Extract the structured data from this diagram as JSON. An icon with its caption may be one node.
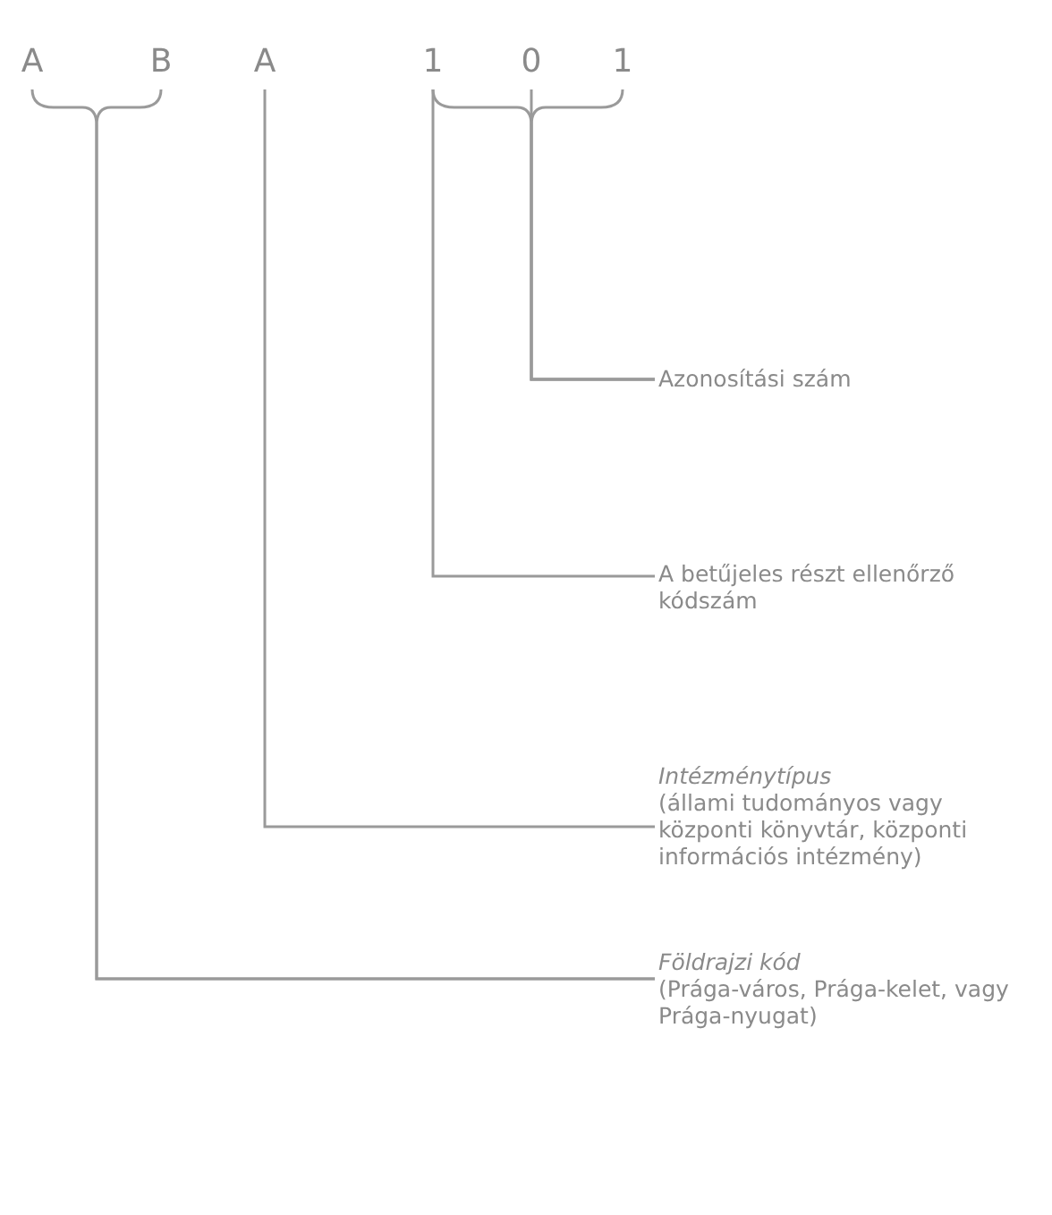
{
  "diagram": {
    "nodes": [
      {
        "text": [
          "A"
        ]
      },
      {
        "text": [
          "B"
        ]
      },
      {
        "text": [
          "A"
        ]
      },
      {
        "text": [
          "1"
        ]
      },
      {
        "text": [
          "0"
        ]
      },
      {
        "text": [
          "1"
        ]
      },
      {
        "text": [
          "Azonosítási szám"
        ]
      },
      {
        "text": [
          "A betűjeles részt ellenőrző kódszám"
        ]
      },
      {
        "text": [
          "Intézménytípus",
          "(állami tudományos vagy központi könyvtár, központi információs intézmény)"
        ]
      },
      {
        "text": [
          "Földrajzi kód",
          "(Prága-város, Prága-kelet, vagy Prága-nyugat)"
        ]
      }
    ],
    "edges": [
      {
        "from": 0,
        "to": 9,
        "arrow": "none"
      },
      {
        "from": 1,
        "to": 9,
        "arrow": "none"
      },
      {
        "from": 2,
        "to": 8,
        "arrow": "none"
      },
      {
        "from": 3,
        "to": 7,
        "arrow": "none"
      },
      {
        "from": 3,
        "to": 6,
        "arrow": "none"
      },
      {
        "from": 4,
        "to": 6,
        "arrow": "none"
      },
      {
        "from": 5,
        "to": 6,
        "arrow": "none"
      }
    ]
  }
}
